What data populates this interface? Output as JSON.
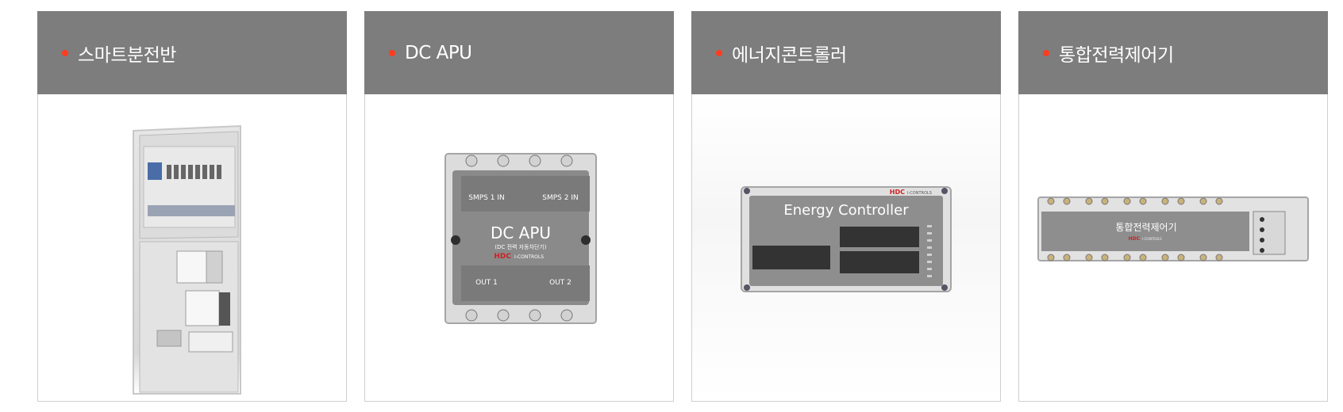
{
  "products": [
    {
      "title": "스마트분전반",
      "image": "smart-distribution-panel"
    },
    {
      "title": "DC APU",
      "image": "dc-apu-device",
      "labels": {
        "smps1": "SMPS 1 IN",
        "smps2": "SMPS 2 IN",
        "title": "DC APU",
        "subtitle": "(DC 전력 자동차단기)",
        "brand": "HDC",
        "brand_sub": "I-CONTROLS",
        "out1": "OUT 1",
        "out2": "OUT 2"
      }
    },
    {
      "title": "에너지콘트롤러",
      "image": "energy-controller-device",
      "labels": {
        "title": "Energy Controller",
        "brand": "HDC",
        "brand_sub": "I-CONTROLS"
      }
    },
    {
      "title": "통합전력제어기",
      "image": "integrated-power-controller-device",
      "labels": {
        "title": "통합전력제어기",
        "brand": "HDC",
        "brand_sub": "I-CONTROLS"
      }
    }
  ],
  "colors": {
    "header_bg": "#7d7d7d",
    "bullet": "#ff3c1e",
    "border": "#cfcfcf"
  }
}
